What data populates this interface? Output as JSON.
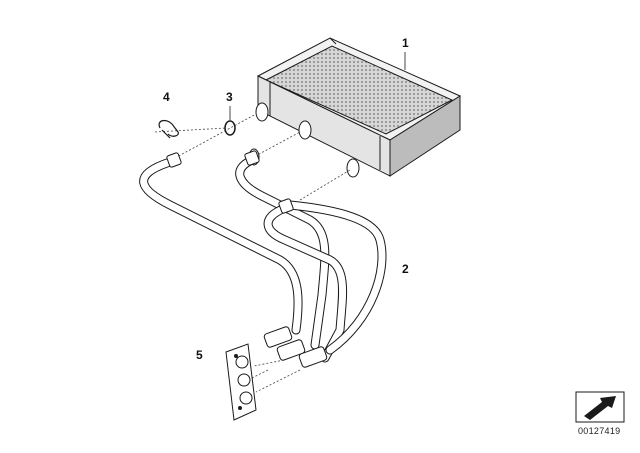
{
  "diagram": {
    "callouts": [
      {
        "id": "1",
        "label": "1"
      },
      {
        "id": "2",
        "label": "2"
      },
      {
        "id": "3",
        "label": "3"
      },
      {
        "id": "4",
        "label": "4"
      },
      {
        "id": "5",
        "label": "5"
      }
    ],
    "reference_code": "00127419",
    "colors": {
      "line": "#1a1a1a",
      "fill": "#ffffff",
      "core": "#c8c8c8",
      "core_dark": "#9a9a9a"
    }
  }
}
